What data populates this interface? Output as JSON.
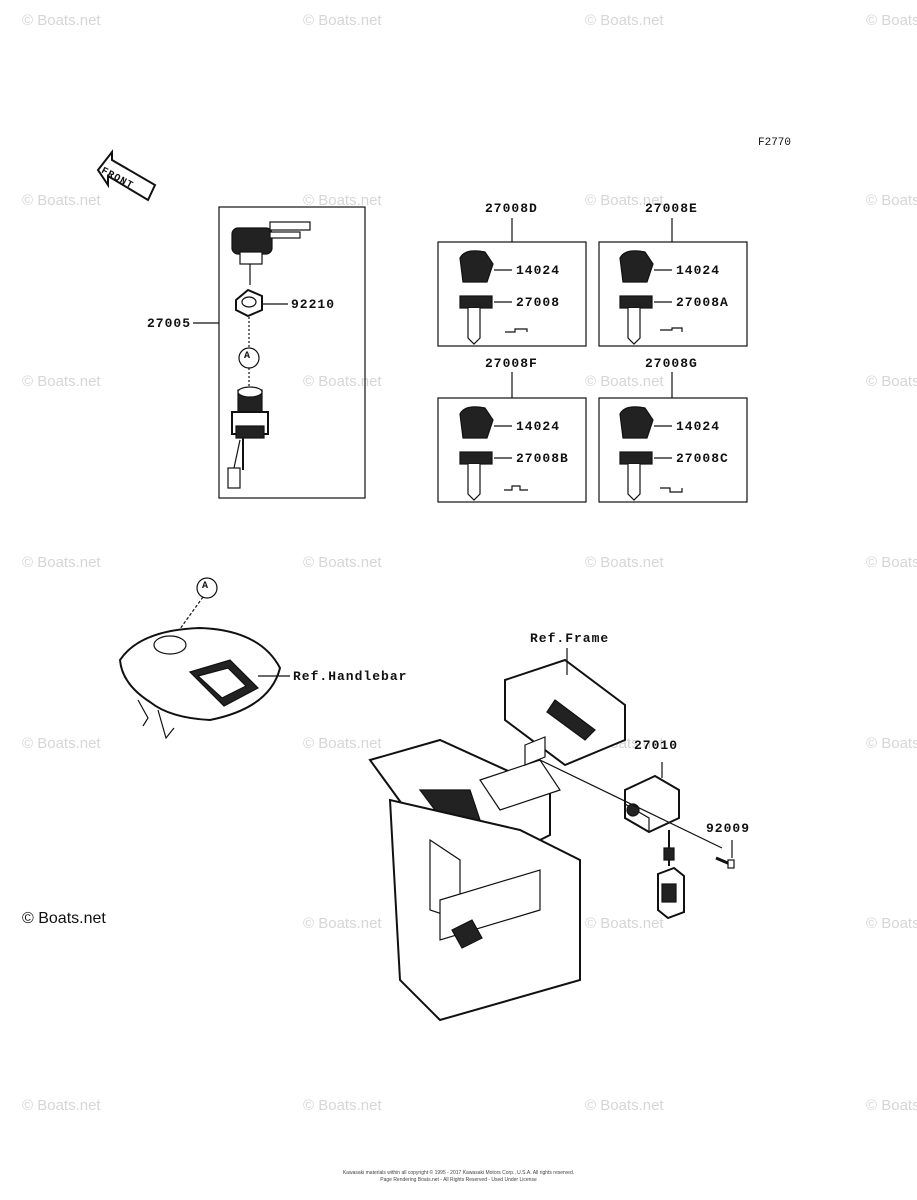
{
  "figure_code": "F2770",
  "front_label": "FRONT",
  "callout_letter": "A",
  "labels": {
    "p27005": "27005",
    "p92210": "92210",
    "p27008D": "27008D",
    "p27008E": "27008E",
    "p27008F": "27008F",
    "p27008G": "27008G",
    "p14024": "14024",
    "p27008": "27008",
    "p27008A": "27008A",
    "p27008B": "27008B",
    "p27008C": "27008C",
    "ref_frame": "Ref.Frame",
    "ref_handlebar": "Ref.Handlebar",
    "p27010": "27010",
    "p92009": "92009"
  },
  "watermark": "© Boats.net",
  "brand": "© Boats.net",
  "copyright_line1": "Kawasaki materials within all copyright © 1995 - 2017 Kawasaki Motors Corp., U.S.A. All rights reserved.",
  "copyright_line2": "Page Rendering Boats.net - All Rights Reserved - Used Under License"
}
